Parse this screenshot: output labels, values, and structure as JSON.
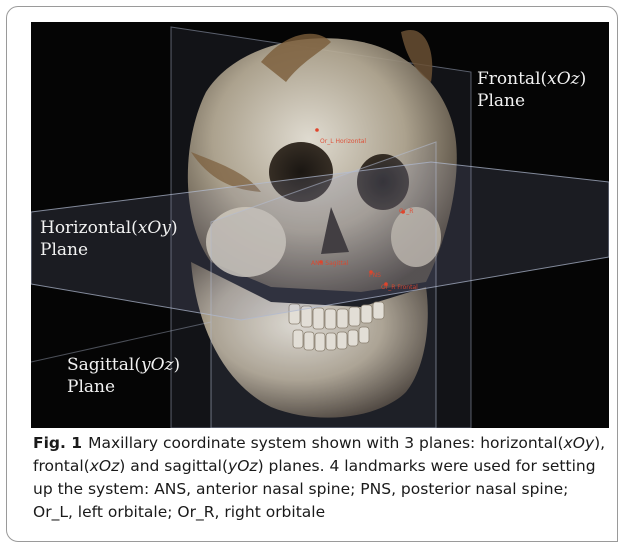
{
  "figure": {
    "label": "Fig. 1",
    "caption_pre": "Maxillary coordinate system shown with 3 planes: horizontal(",
    "axis_xOy": "xOy",
    "caption_mid1": "), frontal(",
    "axis_xOz": "xOz",
    "caption_mid2": ") and sagittal(",
    "axis_yOz": "yOz",
    "caption_post": ") planes. 4 landmarks were used for setting up the system: ANS, anterior nasal spine; PNS, posterior nasal spine; Or_L, left orbitale; Or_R, right orbitale"
  },
  "planes": {
    "frontal": {
      "name": "Frontal",
      "axis": "xOz",
      "word": "Plane"
    },
    "horizontal": {
      "name": "Horizontal",
      "axis": "xOy",
      "word": "Plane"
    },
    "sagittal": {
      "name": "Sagittal",
      "axis": "yOz",
      "word": "Plane"
    }
  },
  "landmark_tags": {
    "tag1": "Or_L Horizontal",
    "tag2": "Or_R",
    "tag3": "ANS Sagittal",
    "tag4": "PNS",
    "tag5": "Or_R Frontal"
  },
  "colors": {
    "background": "#050505",
    "plane_fill": "#8c98b8",
    "bone": "#d8d0bd",
    "landmark": "#e0452c"
  }
}
